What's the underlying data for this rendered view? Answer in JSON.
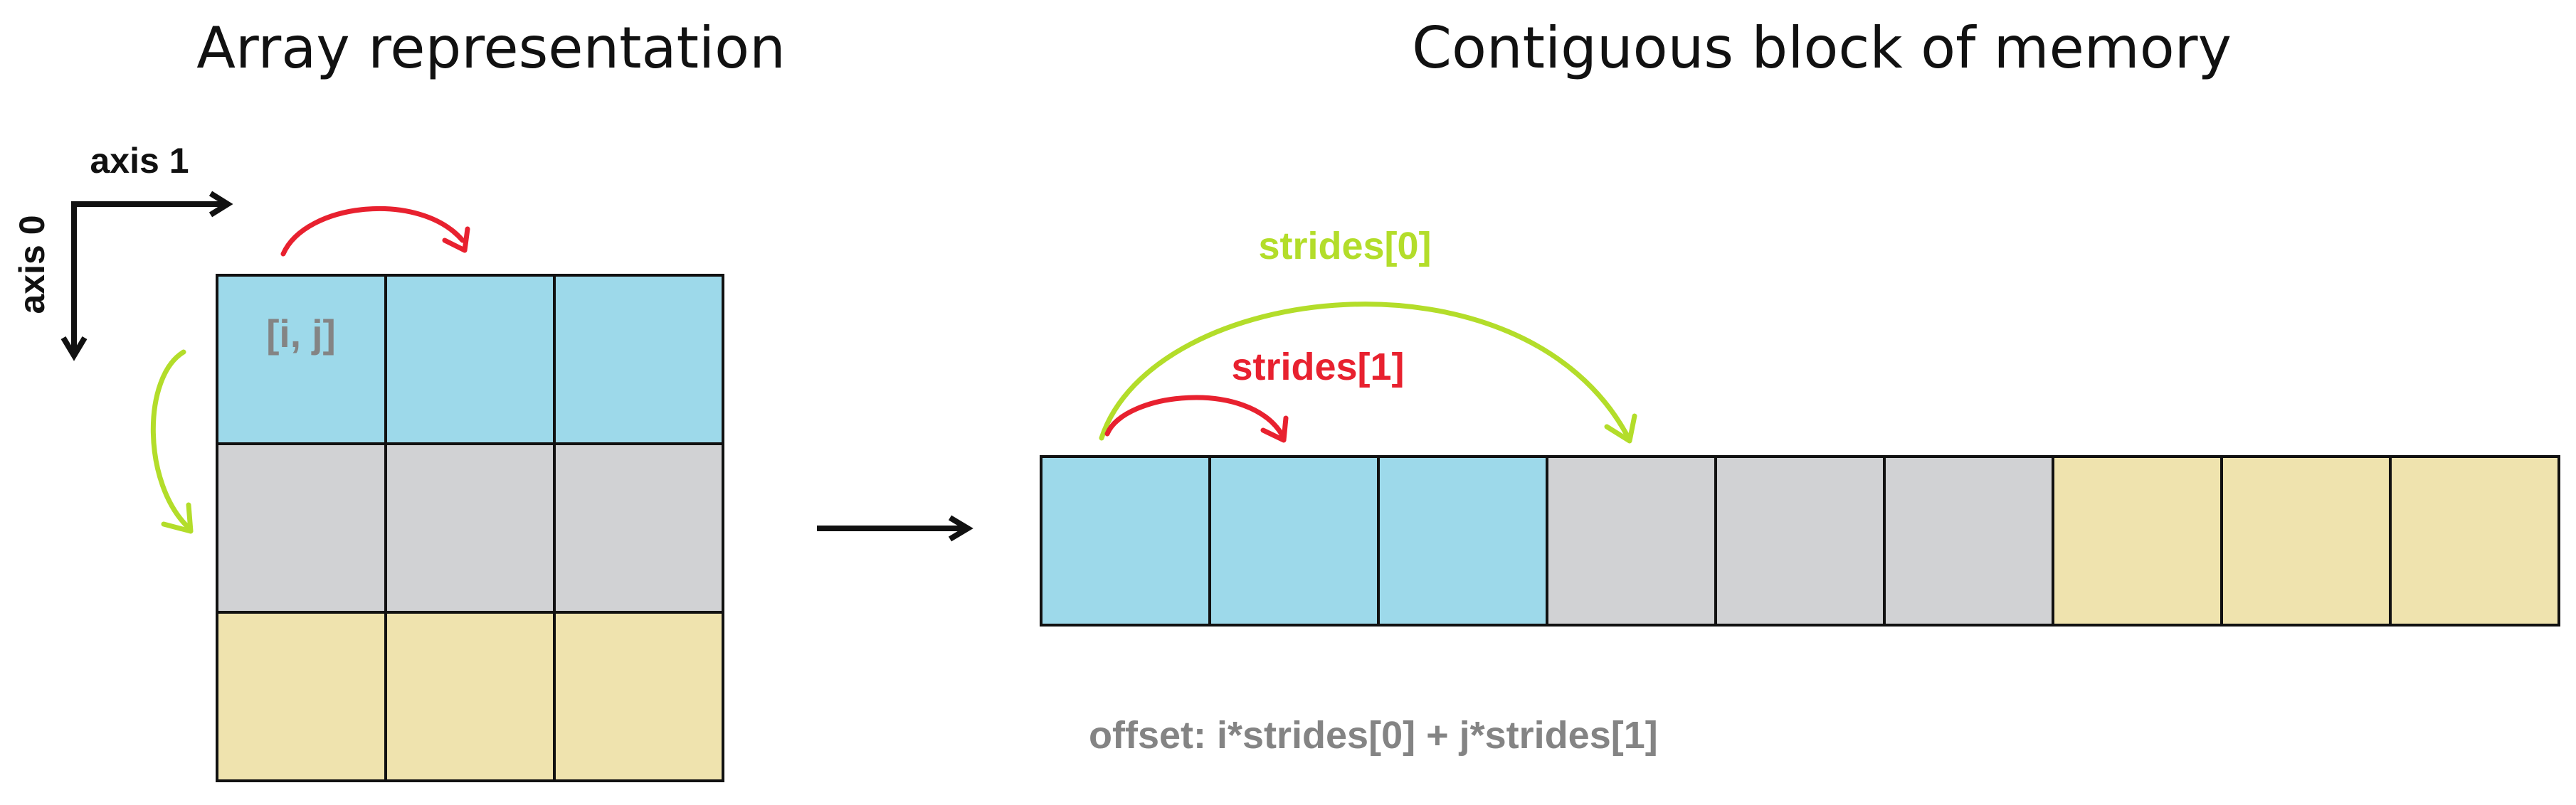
{
  "titles": {
    "left": "Array representation",
    "right": "Contiguous block of memory"
  },
  "axes": {
    "axis1": "axis 1",
    "axis0": "axis 0"
  },
  "array": {
    "index_label": "[i, j]",
    "rows": [
      {
        "row": 0,
        "cells": 3,
        "color": "#9dd9ea"
      },
      {
        "row": 1,
        "cells": 3,
        "color": "#d1d2d4"
      },
      {
        "row": 2,
        "cells": 3,
        "color": "#efe3ae"
      }
    ]
  },
  "memory": {
    "cells": [
      {
        "color": "#9dd9ea"
      },
      {
        "color": "#9dd9ea"
      },
      {
        "color": "#9dd9ea"
      },
      {
        "color": "#d1d2d4"
      },
      {
        "color": "#d1d2d4"
      },
      {
        "color": "#d1d2d4"
      },
      {
        "color": "#efe3ae"
      },
      {
        "color": "#efe3ae"
      },
      {
        "color": "#efe3ae"
      }
    ],
    "strides0_label": "strides[0]",
    "strides1_label": "strides[1]",
    "offset_formula": "offset: i*strides[0] + j*strides[1]"
  },
  "colors": {
    "blue": "#9dd9ea",
    "gray": "#d1d2d4",
    "yellow": "#efe3ae",
    "red": "#e8212f",
    "lime": "#b3dd2a",
    "label_gray": "#848484",
    "black": "#111111"
  }
}
